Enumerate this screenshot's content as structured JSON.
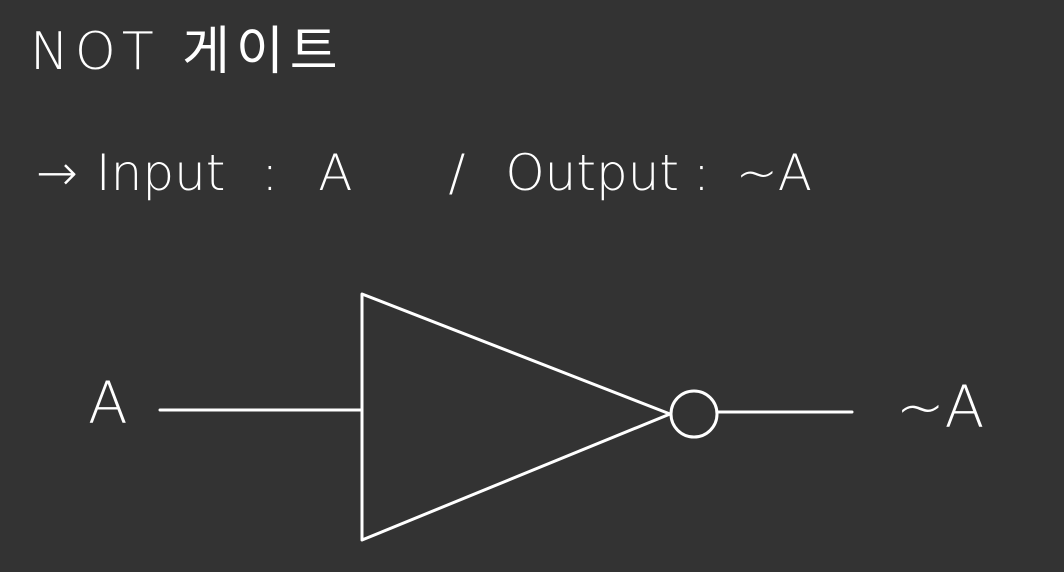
{
  "title": "NOT 게이트",
  "io": {
    "arrow": "→",
    "input_label": "Input",
    "colon": ":",
    "input_value": "A",
    "slash": "/",
    "output_label": "Output",
    "output_value": "~A"
  },
  "diagram": {
    "input_label": "A",
    "output_label": "~A",
    "stroke_color": "#ffffff",
    "background_color": "#333333"
  }
}
